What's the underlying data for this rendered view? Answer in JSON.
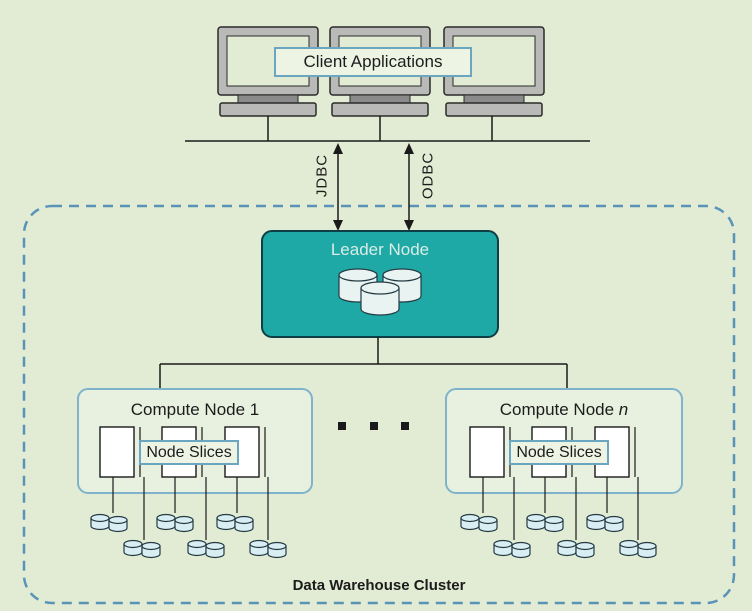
{
  "diagram": {
    "client_label": "Client Applications",
    "jdbc_label": "JDBC",
    "odbc_label": "ODBC",
    "leader_label": "Leader Node",
    "compute1_label": "Compute Node 1",
    "computen_prefix": "Compute Node ",
    "computen_italic": "n",
    "slices_label": "Node Slices",
    "cluster_label": "Data Warehouse Cluster",
    "colors": {
      "background": "#e2ecd4",
      "monitor_gray": "#8b8b8b",
      "leader_fill": "#1fa9a6",
      "leader_text": "#d8ece6",
      "node_border": "#7fb3cc",
      "cluster_dash": "#5a93b8",
      "disk_fill": "#d9eef3"
    }
  }
}
